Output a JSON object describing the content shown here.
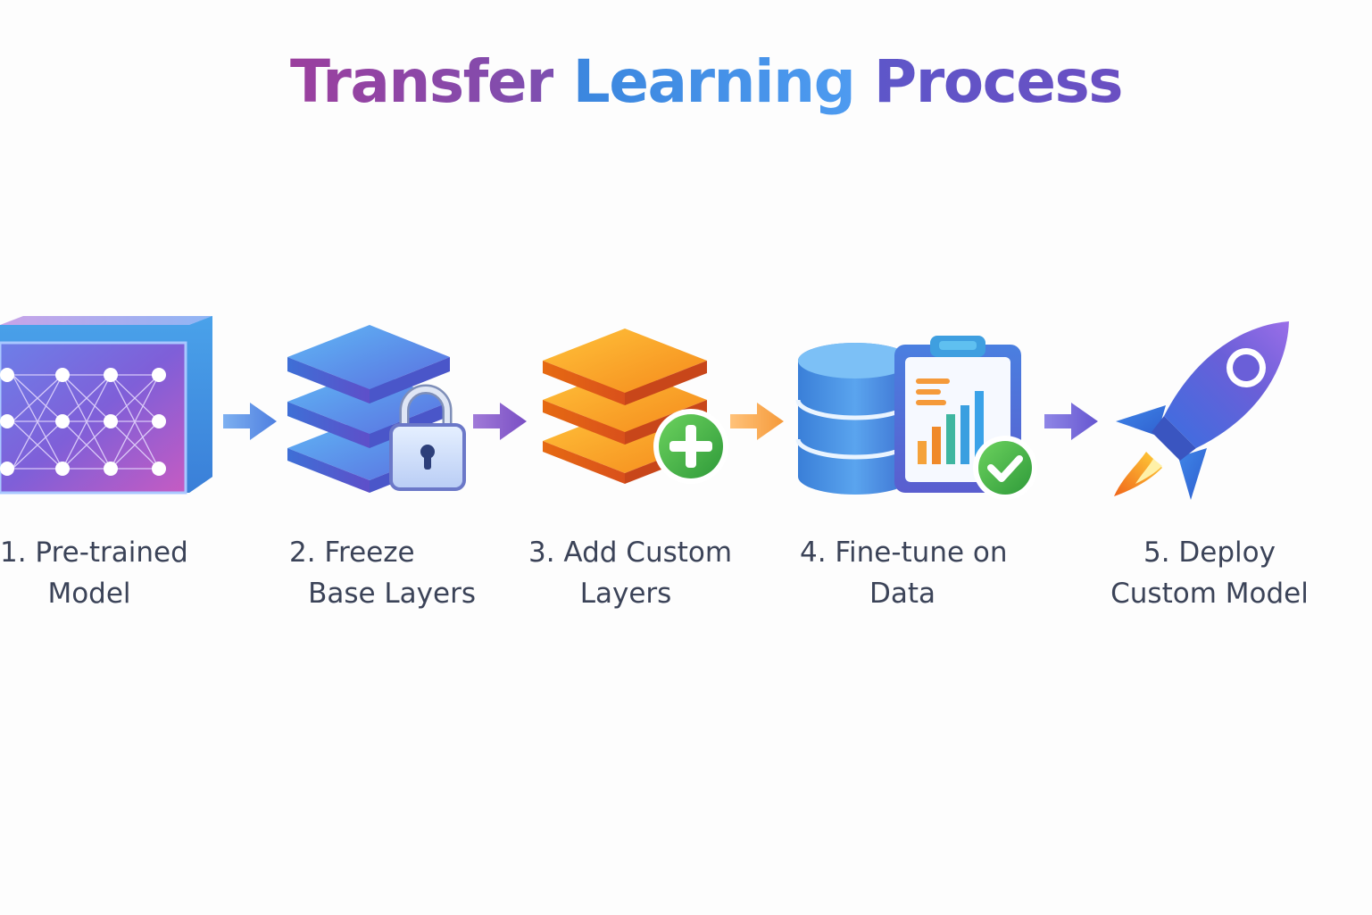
{
  "title": {
    "part1": "Transfer",
    "part2": "Learning",
    "part3": "Process"
  },
  "steps": [
    {
      "line1": "1. Pre-trained",
      "line2": "Model",
      "icon": "neural-network-cube-icon",
      "color": "#7b5be6"
    },
    {
      "line1": "2. Freeze",
      "line2": "Base Layers",
      "icon": "locked-layers-icon",
      "color": "#4a7fe6"
    },
    {
      "line1": "3. Add Custom",
      "line2": "Layers",
      "icon": "add-layers-icon",
      "color": "#f39a1e"
    },
    {
      "line1": "4. Fine-tune on",
      "line2": "Data",
      "icon": "database-clipboard-icon",
      "color": "#3f86dd"
    },
    {
      "line1": "5. Deploy",
      "line2": "Custom Model",
      "icon": "rocket-icon",
      "color": "#5c5bd6"
    }
  ]
}
